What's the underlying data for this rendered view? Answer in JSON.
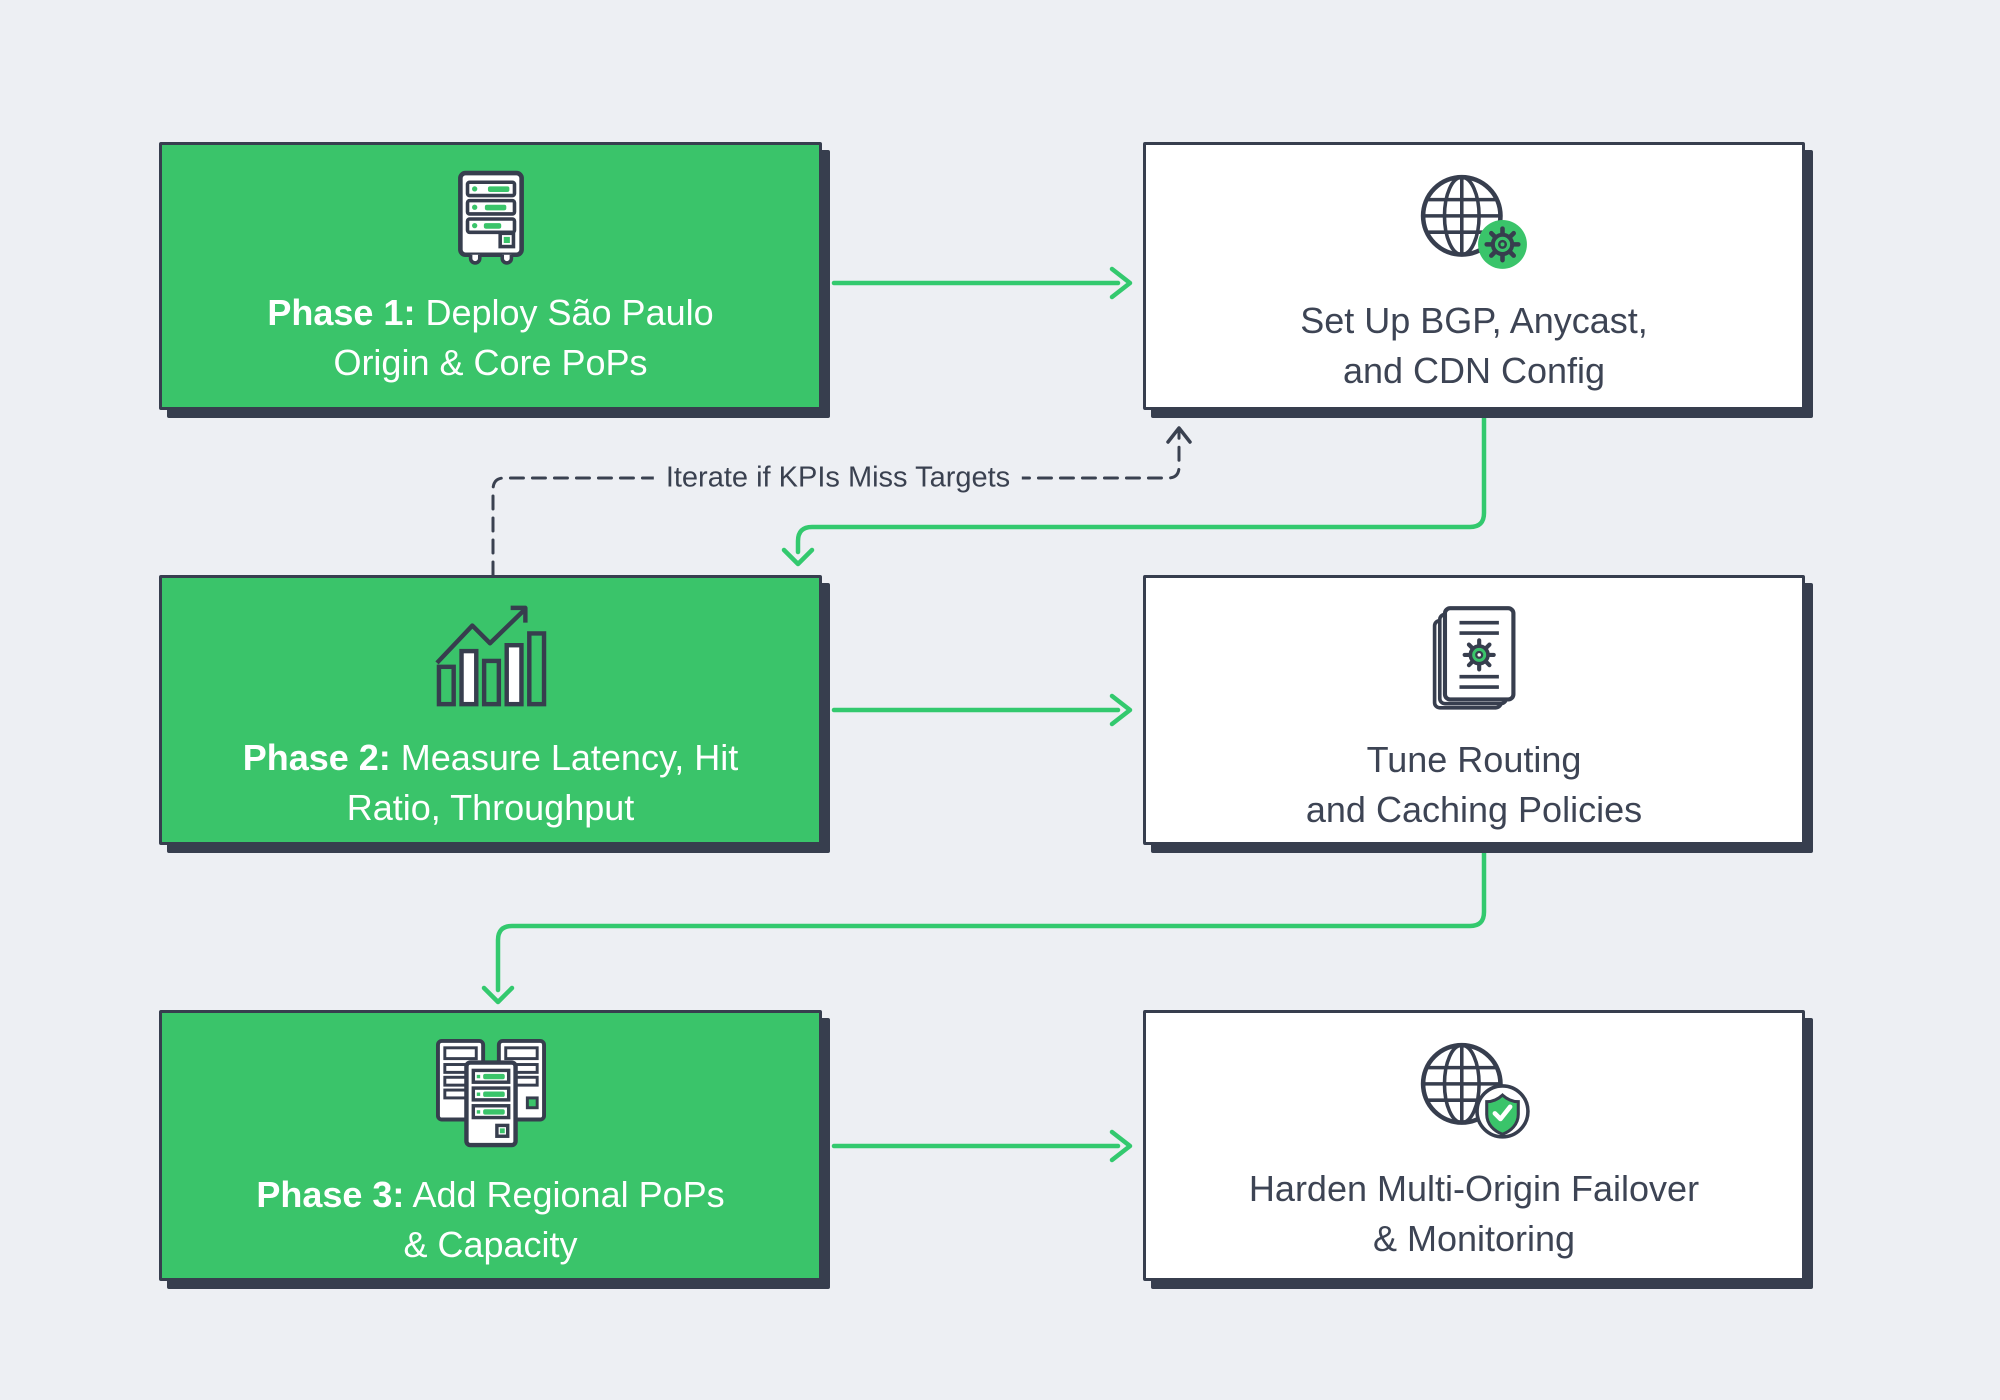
{
  "diagram_title": "CDN rollout phased flowchart",
  "colors": {
    "background": "#edeff3",
    "box_green": "#3ac46a",
    "box_white": "#ffffff",
    "outline_navy": "#373e4e",
    "arrow_green": "#33c96e",
    "dashed_navy": "#3a4150",
    "text_dark": "#3d4454",
    "text_light": "#ffffff"
  },
  "nodes": [
    {
      "id": "phase1",
      "kind": "phase",
      "icon": "server-icon",
      "prefix": "Phase 1:",
      "label": " Deploy São Paulo\nOrigin & Core PoPs"
    },
    {
      "id": "bgp",
      "kind": "step",
      "icon": "globe-gear-icon",
      "label": "Set Up BGP, Anycast,\nand CDN Config"
    },
    {
      "id": "phase2",
      "kind": "phase",
      "icon": "bar-chart-icon",
      "prefix": "Phase 2:",
      "label": " Measure Latency, Hit\nRatio, Throughput"
    },
    {
      "id": "tune",
      "kind": "step",
      "icon": "policies-gear-icon",
      "label": "Tune Routing\nand Caching Policies"
    },
    {
      "id": "phase3",
      "kind": "phase",
      "icon": "server-cluster-icon",
      "prefix": "Phase 3:",
      "label": " Add Regional PoPs\n& Capacity"
    },
    {
      "id": "harden",
      "kind": "step",
      "icon": "globe-shield-icon",
      "label": "Harden Multi-Origin Failover\n& Monitoring"
    }
  ],
  "edges": [
    {
      "from": "phase1",
      "to": "bgp",
      "style": "solid-green"
    },
    {
      "from": "bgp",
      "to": "phase2",
      "style": "solid-green"
    },
    {
      "from": "phase2",
      "to": "tune",
      "style": "solid-green"
    },
    {
      "from": "tune",
      "to": "phase3",
      "style": "solid-green"
    },
    {
      "from": "phase3",
      "to": "harden",
      "style": "solid-green"
    },
    {
      "from": "phase2",
      "to": "bgp",
      "style": "dashed-navy",
      "label": "Iterate if KPIs Miss Targets"
    }
  ],
  "feedback_label": "Iterate if KPIs Miss Targets"
}
